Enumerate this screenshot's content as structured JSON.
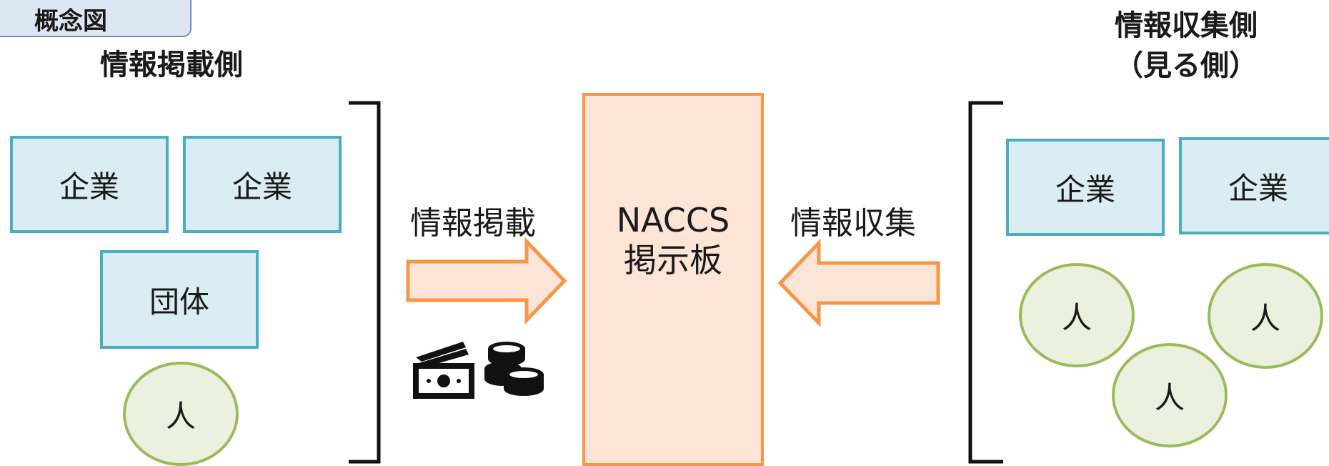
{
  "tag": {
    "label": "概念図"
  },
  "left": {
    "heading": "情報掲載側",
    "boxes": [
      "企業",
      "企業",
      "団体"
    ],
    "person": "人"
  },
  "right": {
    "heading_line1": "情報収集側",
    "heading_line2": "（見る側）",
    "boxes": [
      "企業",
      "企業"
    ],
    "persons": [
      "人",
      "人",
      "人"
    ]
  },
  "center": {
    "line1": "NACCS",
    "line2": "掲示板"
  },
  "arrows": {
    "post_label": "情報掲載",
    "collect_label": "情報収集"
  },
  "icons": {
    "payment": [
      "banknote-icon",
      "coins-icon"
    ]
  },
  "colors": {
    "box_fill": "#daedf3",
    "box_border": "#4bacc6",
    "circle_fill": "#ebf1de",
    "circle_border": "#9bbb59",
    "board_fill": "#fce4d6",
    "board_border": "#f79646"
  }
}
